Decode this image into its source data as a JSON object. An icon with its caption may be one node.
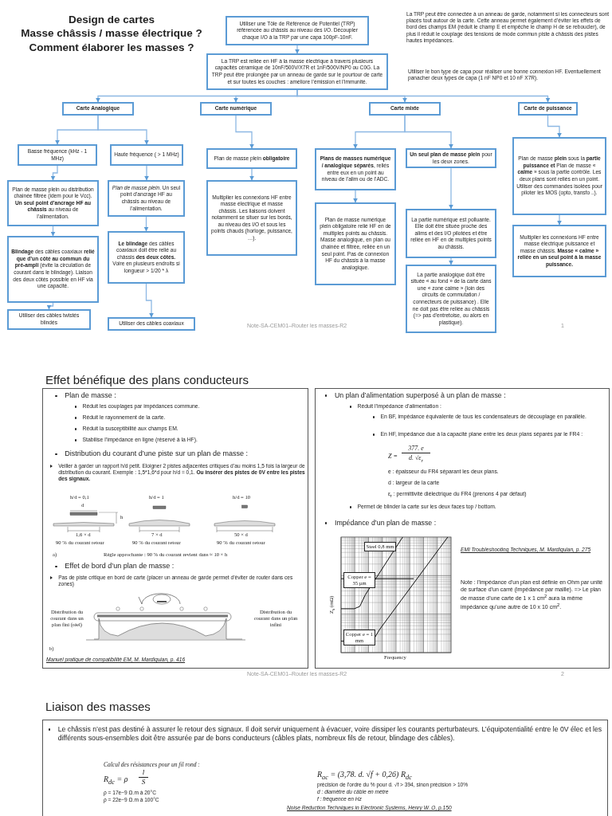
{
  "diagram": {
    "title": "Design de cartes",
    "nodes": [
      {
        "text": [
          "Utiliser une Tôle de Référence de Potentiel (TRP) référencée au châssis au niveau des I/O. Découpler chaque I/O à la TRP par une capa 100pF-10nF."
        ]
      },
      {
        "text": [
          "La TRP est reliée en HF à la masse électrique à travers plusieurs capacités céramique de 10nF/500V/X7R et 1nF/500V/NP0 ou C0G. La TRP peut être prolongée par un anneau de garde sur le pourtour de carte et sur toutes les couches : améliore l’émission et l’immunité."
        ]
      },
      {
        "text": [
          "**Carte Analogique**"
        ]
      },
      {
        "text": [
          "**Carte numérique**"
        ]
      },
      {
        "text": [
          "**Carte mixte**"
        ]
      },
      {
        "text": [
          "**Carte de puissance**"
        ]
      },
      {
        "text": [
          "Basse fréquence (kHz - 1 MHz)"
        ]
      },
      {
        "text": [
          "Haute fréquence ( > 1 MHz)"
        ]
      },
      {
        "text": [
          "Plan de masse plein **obligatoire**"
        ]
      },
      {
        "text": [
          "**Plans de masses numérique / analogique séparés**, reliés entre eux en un point au niveau de l’alim ou de l’ADC."
        ]
      },
      {
        "text": [
          "**Un seul plan de masse plein** pour les deux zones."
        ]
      },
      {
        "text": [
          "Plan de masse **plein** sous la **partie puissance et** Plan de masse « **calme** » sous la partie contrôle. Les deux plans sont reliés en un point. Utiliser des commandes isolées pour piloter les MOS (opto, transfo ..)."
        ]
      },
      {
        "text": [
          "Plan de masse plein ou distribution chainée filtrée (idem pour le Vcc). **Un seul point d’ancrage HF au châssis** au niveau de l’alimentation."
        ]
      },
      {
        "text": [
          "*Plan de masse plein*. Un seul point d’ancrage HF au châssis au niveau de l’alimentation."
        ]
      },
      {
        "text": [
          "Multiplier les connexions HF entre masse électrique et masse châssis. Les liaisons doivent notamment se situer sur les bords, au niveau des I/O et sous les points chauds (horloge, puissance, …)."
        ]
      },
      {
        "text": [
          "Plan de masse numérique plein obligatoire relié HF en de multiples points au châssis. Masse analogique, en plan ou chainée et filtrée, reliée en un seul point. Pas de connexion HF du châssis à la masse analogique."
        ]
      },
      {
        "text": [
          "La partie numérique est polluante. Elle doit être située proche des alims et des I/O pilotées et être reliée en HF en de multiples points au châssis."
        ]
      },
      {
        "text": [
          "Multiplier les connexions HF entre masse électrique puissance et masse châssis. **Masse « calme » reliée en un seul point à la masse puissance.**"
        ]
      },
      {
        "text": [
          "**Blindage** des câbles coaxiaux **relié que d’un côté au commun du pré-ampli** (évite la circulation de courant dans le blindage). Liaison des deux côtés possible en HF via une capacité."
        ]
      },
      {
        "text": [
          "**Le blindage** des câbles coaxiaux doit être relié au châssis **des deux côtés.** Voire en plusieurs endroits si longueur > 1/20 * λ"
        ]
      },
      {
        "text": [
          "La partie analogique doit être située « au fond » de la carte dans une « zone calme » (loin des circuits de commutation / connecteurs de puissance) . Elle ne doit pas être reliée au châssis (=> pas d’entretoise, ou alors en plastique)."
        ]
      },
      {
        "text": [
          "Utiliser des câbles twistés blindés"
        ]
      },
      {
        "text": [
          "Utiliser des câbles coaxiaux"
        ]
      }
    ],
    "edges": [
      {
        "from": 0,
        "to": 1,
        "arrow": "to"
      },
      {
        "from": 1,
        "to": 2,
        "arrow": "to"
      },
      {
        "from": 1,
        "to": 3,
        "arrow": "to"
      },
      {
        "from": 1,
        "to": 4,
        "arrow": "to"
      },
      {
        "from": 1,
        "to": 5,
        "arrow": "to"
      },
      {
        "from": 2,
        "to": 6,
        "arrow": "to"
      },
      {
        "from": 2,
        "to": 7,
        "arrow": "to"
      },
      {
        "from": 3,
        "to": 8,
        "arrow": "to"
      },
      {
        "from": 4,
        "to": 9,
        "arrow": "to"
      },
      {
        "from": 4,
        "to": 10,
        "arrow": "to"
      },
      {
        "from": 5,
        "to": 11,
        "arrow": "to"
      },
      {
        "from": 6,
        "to": 12,
        "arrow": "to"
      },
      {
        "from": 7,
        "to": 13,
        "arrow": "to"
      },
      {
        "from": 8,
        "to": 14,
        "arrow": "to"
      },
      {
        "from": 9,
        "to": 15,
        "arrow": "to"
      },
      {
        "from": 10,
        "to": 16,
        "arrow": "to"
      },
      {
        "from": 11,
        "to": 17,
        "arrow": "to"
      },
      {
        "from": 12,
        "to": 18,
        "arrow": "to"
      },
      {
        "from": 13,
        "to": 19,
        "arrow": "to"
      },
      {
        "from": 16,
        "to": 20,
        "arrow": "to"
      },
      {
        "from": 18,
        "to": 21,
        "arrow": "to"
      },
      {
        "from": 19,
        "to": 22,
        "arrow": "to"
      }
    ],
    "labels": [
      "Masse châssis / masse électrique ?",
      "Comment élaborer les masses ?",
      "La TRP peut être connectée à un anneau de garde, notamment si les connecteurs sont placés tout autour de la carte. Cette anneau permet également d’éviter les effets de bord des champs EM (réduit le champ E et empêche le champ H de se reboucler), de plus il réduit le couplage des tensions de mode commun piste à châssis des pistes hautes impédances.",
      "Utiliser le bon type de capa pour réaliser une bonne connexion HF. Eventuellement panacher deux types de capa (1 nF NP0 et 10 nF X7R).",
      "Note-SA-CEM01–Router les masses-R2",
      "1",
      "Effet bénéfique des plans conducteurs",
      "Plan de masse :",
      "Réduit les couplages par impédances commune.",
      "Réduit le rayonnement de la carte.",
      "Réduit la susceptibilité aux champs EM.",
      "Stabilise l’impédance en ligne (réservé à la HF).",
      "Distribution du courant d’une piste sur un plan de masse :",
      "Veiller à garder un rapport  h/d petit. Eloigner 2 pistes adjacentes critiques d’au moins 1,5 fois la largeur de distribution du courant. Exemple : 1,5*1,6*d pour h/d = 0,1. **Ou insérer des pistes de 0V entre les pistes des signaux.**",
      "h/d = 0,1",
      "d",
      "h",
      "1,6 × d",
      "90 % du courant retour",
      "h/d = 1",
      "7 × d",
      "90 % du courant retour",
      "h/d = 10",
      "50 × d",
      "90 % du courant retour",
      "a)",
      "Règle approchante : 90 % du courant revient dans ≈ 10 × h",
      "Effet de bord d’un plan de masse :",
      "Pas de piste critique en bord de carte (placer un anneau de garde permet d’éviter de router dans ces zones)",
      "Distribution du courant dans un plan fini (réel)",
      "Distribution du courant dans un plan infini",
      "b)",
      "Manuel pratique de compatibilité EM, M. Mardiguian, p. 416",
      "Un plan d’alimentation superposé à un plan de masse :",
      "Réduit l’impédance d’alimentation :",
      "En BF, impédance équivalente de tous les condensateurs de découplage en parallèle.",
      "En HF, impédance due à la capacité plane entre les deux plans séparés par le FR4 :",
      "Z =",
      "377. e",
      "d. √ε$_{r}$",
      "e : épaisseur du FR4 séparant les deux plans.",
      "d : largeur de la carte",
      "ε$_{r}$ : permittivité diélectrique du FR4 (prenons 4 par défaut)",
      "Permet de blinder la carte sur les deux faces top / bottom.",
      "Impédance d’un plan de masse :",
      "Steel 0,8 mm",
      "Copper e = 35 µm",
      "Copper e = 1 mm",
      "Z$_{s}$ (mΩ)",
      "Frequency",
      "EMI Troubleshooting Techniques, M. Mardiguian, p. 275",
      "Note : l’impédance d’un plan est définie en Ohm par unité de surface d’un carré (impédance par maille). => Le plan de masse d’une carte de 1 x 1 cm$^{2}$ aura la même impédance qu’une autre de 10 x 10 cm$^{2}$.",
      "Note-SA-CEM01–Router les masses-R2",
      "2",
      "Liaison des masses",
      "Le châssis n’est pas destiné à assurer le retour des signaux. Il doit servir uniquement à évacuer, voire dissiper les courants perturbateurs. L’équipotentialité entre le 0V élec et les différents sous-ensembles doit être assurée par de bons conducteurs (câbles plats, nombreux fils de retour, blindage des câbles).",
      "Calcul des résistances pour un fil rond :",
      "R$_{dc}$ = ρ",
      "l",
      "S",
      "ρ = 17e−9 Ω.m à 20°C",
      "ρ = 22e−9 Ω.m à 100°C",
      "R$_{ac}$ = (3,78. d. √f + 0,26) R$_{dc}$",
      "précision de l’ordre du % pour d. √f > 394, sinon précision > 10%",
      "d : diamètre du câble en mètre",
      "f : fréquence en Hz",
      "Noise Reduction Techniques in Electronic Systems, Henry W. O, p.150"
    ]
  }
}
